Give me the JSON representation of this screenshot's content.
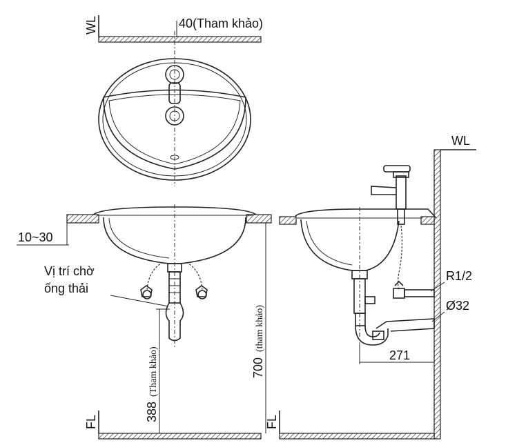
{
  "labels": {
    "wl_top_left": "WL",
    "wl_right": "WL",
    "fl_left": "FL",
    "fl_right": "FL",
    "dim_40": "40(Tham khảo)",
    "dim_10_30": "10~30",
    "drain_position_line1": "Vị trí chờ",
    "drain_position_line2": "ống thải",
    "dim_388_value": "388",
    "dim_388_note": "(Tham khảo)",
    "dim_700_value": "700",
    "dim_700_note": "(tham khảo)",
    "dim_r12": "R1/2",
    "dim_d32": "Ø32",
    "dim_271": "271"
  }
}
